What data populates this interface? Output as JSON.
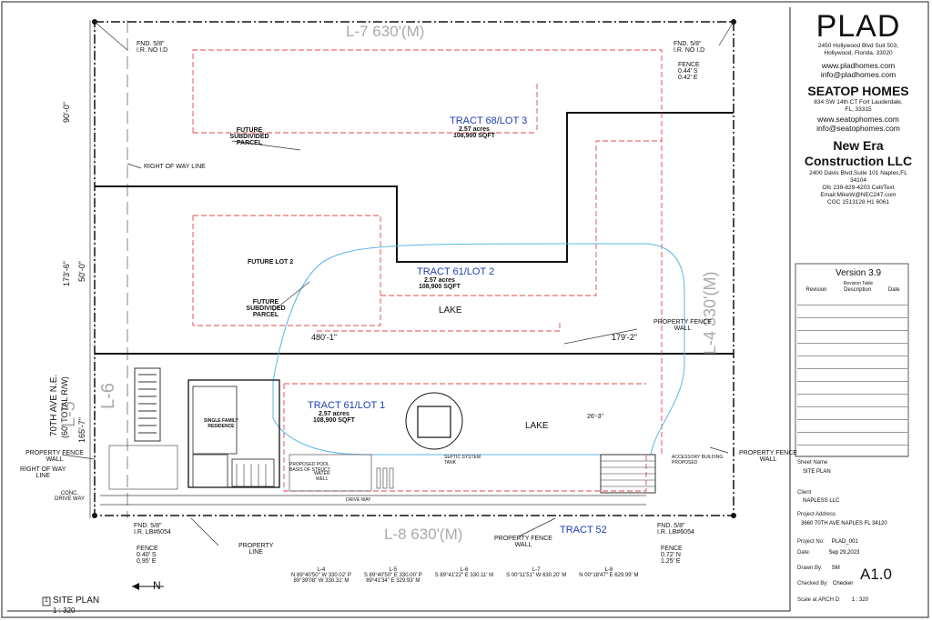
{
  "sheet": {
    "title": "SITE PLAN",
    "number": "1",
    "scale": "1 : 320",
    "north_symbol": "N"
  },
  "plan": {
    "top_line": "L-7 630'(M)",
    "bottom_line": "L-8 630'(M)",
    "right_line": "L-4 330'(M)",
    "left_line_5": "L-5",
    "left_line_6": "L-6",
    "avenue": "70TH AVE N.E.",
    "avenue_row": "(60' TOTAL R/W)",
    "tracts": [
      {
        "name": "TRACT 68/LOT 3",
        "acres": "2.57 acres",
        "sqft": "108,900 SQFT"
      },
      {
        "name": "TRACT 61/LOT 2",
        "acres": "2.57 acres",
        "sqft": "108,900 SQFT"
      },
      {
        "name": "TRACT 61/LOT 1",
        "acres": "2.57 acres",
        "sqft": "108,900 SQFT"
      }
    ],
    "tract_52": "TRACT 52",
    "lake_1": "LAKE",
    "lake_2": "LAKE",
    "future_parcel_1": [
      "FUTURE",
      "SUBDIVIDED",
      "PARCEL"
    ],
    "future_parcel_2": [
      "FUTURE",
      "SUBDIVIDED",
      "PARCEL"
    ],
    "future_lot_2": "FUTURE LOT 2",
    "right_of_way_1": "RIGHT OF WAY LINE",
    "right_of_way_2": [
      "RIGHT OF WAY",
      "LINE"
    ],
    "property_fence_wall_left": [
      "PROPERTY FENCE",
      "WALL"
    ],
    "property_fence_wall_right_upper": [
      "PROPERTY FENCE",
      "WALL"
    ],
    "property_fence_wall_right_lower": [
      "PROPERTY FENCE",
      "WALL"
    ],
    "property_fence_wall_bottom": [
      "PROPERTY FENCE",
      "WALL"
    ],
    "property_line": [
      "PROPERTY",
      "LINE"
    ],
    "fnd_tl": [
      "FND. 5/8\"",
      "I.R. NO I.D"
    ],
    "fnd_tr": [
      "FND. 5/8\"",
      "I.R. NO I.D"
    ],
    "fence_tr": [
      "FENCE",
      "0.44' S",
      "0.42' E"
    ],
    "fnd_bl": [
      "FND. 5/8\"",
      "I.R. LB#6054"
    ],
    "fence_bl": [
      "FENCE",
      "0.40' S",
      "0.95' E"
    ],
    "fnd_br": [
      "FND. 5/8\"",
      "I.R. LB#6054"
    ],
    "fence_br": [
      "FENCE",
      "0.72' N",
      "1.25' E"
    ],
    "dim_90": "90'-0\"",
    "dim_173": "173'-6\"",
    "dim_50": "50'-0\"",
    "dim_165": "165'-7\"",
    "dim_480": "480'-1\"",
    "dim_179": "179'-2\"",
    "dim_26": "26'-3\"",
    "conc_drive": [
      "CONC.",
      "DRIVE WAY"
    ],
    "single_family": [
      "SINGLE FAMILY",
      "RESIDENCE"
    ],
    "pool": [
      "PROPOSED POOL",
      "BASIS OF STRUCT."
    ],
    "water_well": [
      "WATER",
      "WELL"
    ],
    "drive_way": "DRIVE WAY",
    "septic": [
      "SEPTIC SYSTEM",
      "TANK"
    ],
    "accessory": [
      "ACCESSORY BUILDING",
      "PROPOSED"
    ],
    "bearings": [
      {
        "id": "L-4",
        "a": "N 89°40'50\" W  330.02' P",
        "b": "89°39'08\" W  330.31' M"
      },
      {
        "id": "L-5",
        "a": "S 89°40'50\" E  330.00' P",
        "b": "89°41'34\" E  329.93' M"
      },
      {
        "id": "L-6",
        "a": "S 89°41'22\" E  330.11' M",
        "b": ""
      },
      {
        "id": "L-7",
        "a": "S 00°11'51\" W  630.20' M",
        "b": ""
      },
      {
        "id": "L-8",
        "a": "N 00°18'47\" E  629.99' M",
        "b": ""
      }
    ]
  },
  "title_block": {
    "firm": "PLAD",
    "firm_addr": [
      "2450 Hollywood Blvd Suit 503,",
      "Hollywood, Florida, 33020"
    ],
    "firm_web": "www.pladhomes.com",
    "firm_mail": "info@pladhomes.com",
    "co2": "SEATOP HOMES",
    "co2_addr": [
      "834 SW 14th CT Fort Lauderdale,",
      "FL, 33315"
    ],
    "co2_web": "www.seatophomes.com",
    "co2_mail": "info@seatophomes.com",
    "co3": [
      "New Era",
      "Construction LLC"
    ],
    "co3_addr": [
      "2400 Davis Blvd,Suite 101 Naples,FL",
      "34104",
      "Ofc 239-829-4203 Cell/Text",
      "Email:MikeW@NEC247.com",
      "CGC 1513128 H1 6061"
    ],
    "version": "Version 3.9",
    "revision_table": "Revision Table",
    "rev_cols": [
      "Revision",
      "Description",
      "Date"
    ],
    "sheet_name_label": "Sheet Name",
    "sheet_name": "SITE PLAN",
    "client_label": "Client",
    "client": "NAPLESS LLC",
    "project_address_label": "Project Address",
    "project_address": "3660 70TH AVE NAPLES FL 34120",
    "project_no_label": "Project No:",
    "project_no": "PLAD_001",
    "date_label": "Date:",
    "date": "Sep 29,2023",
    "drawn_by_label": "Drawn By:",
    "drawn_by": "SM",
    "checked_by_label": "Checked By:",
    "checked_by": "Checker",
    "scale_label": "Scale at ARCH D:",
    "scale": "1 : 320",
    "sheet_no": "A1.0"
  },
  "colors": {
    "red_dash": "#e0474c",
    "blue_lake": "#5ab6e6",
    "tract_blue": "#1f3fae",
    "line": "#111111"
  }
}
